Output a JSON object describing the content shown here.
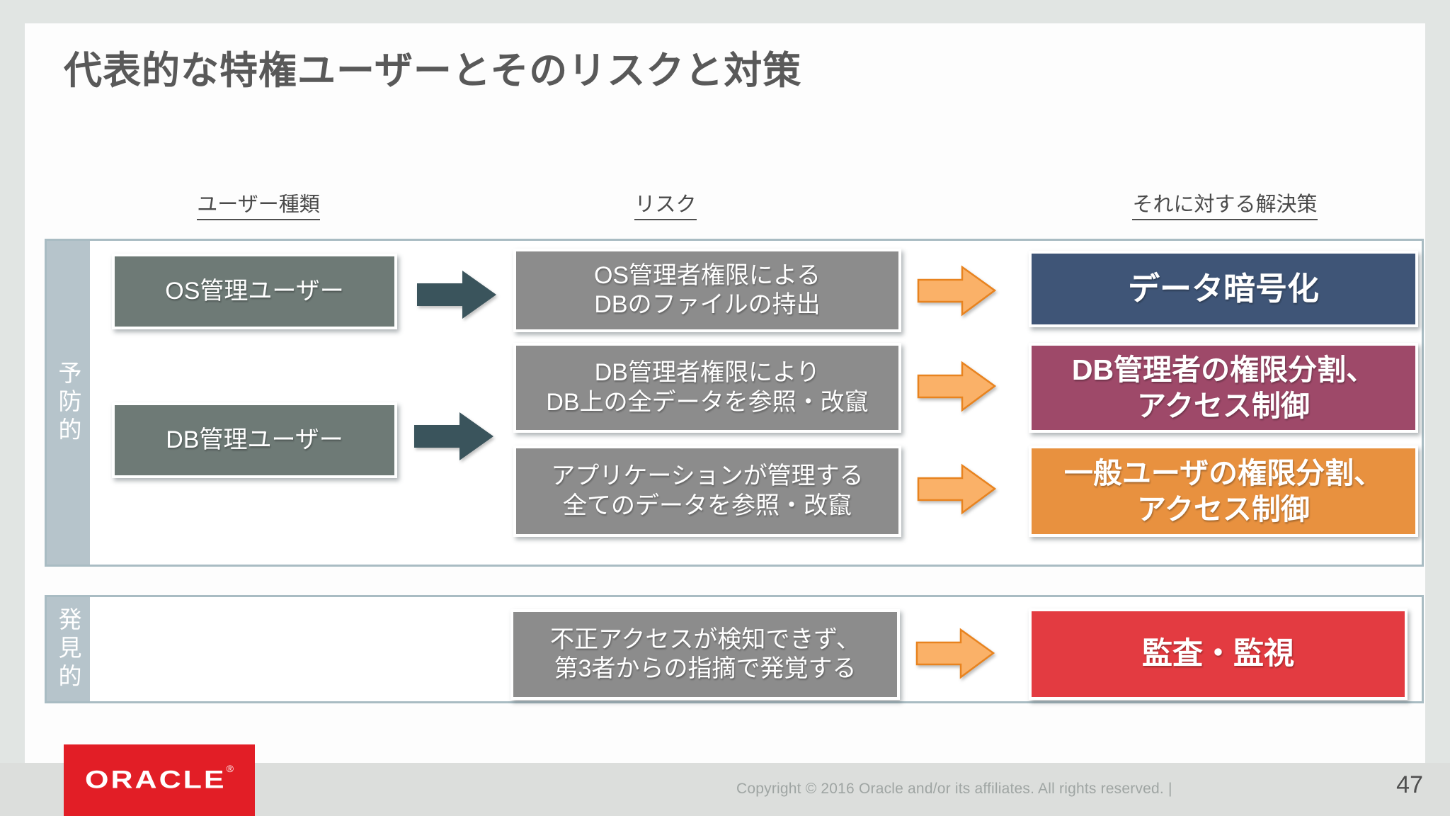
{
  "slide": {
    "title": "代表的な特権ユーザーとそのリスクと対策"
  },
  "columns": {
    "user_type": "ユーザー種類",
    "risk": "リスク",
    "solution": "それに対する解決策"
  },
  "preventive": {
    "label": "予防的",
    "users": [
      {
        "label": "OS管理ユーザー"
      },
      {
        "label": "DB管理ユーザー"
      }
    ],
    "risks": [
      {
        "line1": "OS管理者権限による",
        "line2": "DBのファイルの持出"
      },
      {
        "line1": "DB管理者権限により",
        "line2": "DB上の全データを参照・改竄"
      },
      {
        "line1": "アプリケーションが管理する",
        "line2": "全てのデータを参照・改竄"
      }
    ],
    "solutions": [
      {
        "line1": "データ暗号化",
        "line2": "",
        "color": "#3f5577"
      },
      {
        "line1": "DB管理者の権限分割、",
        "line2": "アクセス制御",
        "color": "#9e4969"
      },
      {
        "line1": "一般ユーザの権限分割、",
        "line2": "アクセス制御",
        "color": "#e8913f"
      }
    ]
  },
  "detective": {
    "label": "発見的",
    "risk": {
      "line1": "不正アクセスが検知できず、",
      "line2": "第3者からの指摘で発覚する"
    },
    "solution": {
      "line1": "監査・監視",
      "color": "#e33b41"
    }
  },
  "footer": {
    "logo_text": "ORACLE",
    "logo_registered": "®",
    "copyright": "Copyright © 2016 Oracle and/or its affiliates. All rights reserved.  |",
    "page_number": "47"
  },
  "colors": {
    "user_box": "#6e7a76",
    "risk_box": "#8c8c8c",
    "solution_blue": "#3f5577",
    "solution_plum": "#9e4969",
    "solution_orange": "#e8913f",
    "solution_red": "#e33b41",
    "section_strip": "#b6c4cb",
    "section_border": "#a9bcc3",
    "arrow_dark": "#3a545c",
    "arrow_orange_fill": "#fab168",
    "arrow_orange_border": "#e8831f",
    "oracle_red": "#e21e26",
    "title_text": "#595959"
  }
}
